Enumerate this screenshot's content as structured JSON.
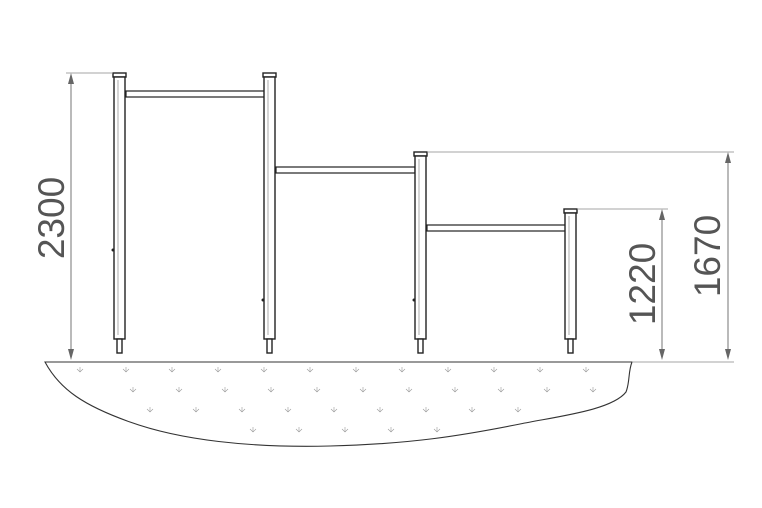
{
  "dimensions": {
    "left_height": "2300",
    "middle_height": "1670",
    "right_height": "1220"
  },
  "colors": {
    "line": "#222222",
    "dimension": "#666666",
    "text": "#555555",
    "background": "#ffffff"
  }
}
